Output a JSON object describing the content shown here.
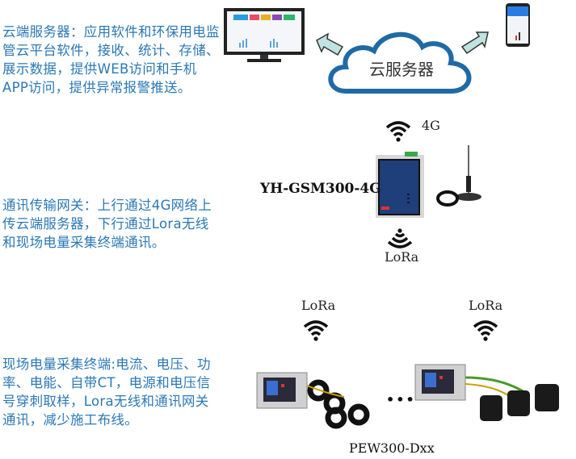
{
  "descriptions": {
    "cloud_server": "云端服务器：应用软件和环保用电监管云平台软件，接收、统计、存储、展示数据，提供WEB访问和手机APP访问，提供异常报警推送。",
    "gateway": "通讯传输网关：上行通过4G网络上传云端服务器，下行通过Lora无线和现场电量采集终端通讯。",
    "terminal": "现场电量采集终端:电流、电压、功率、电能、自带CT，电源和电压信号穿刺取样，Lora无线和通讯网关通讯，减少施工布线。"
  },
  "diagram": {
    "cloud_label": "云服务器",
    "uplink_label": "4G",
    "gateway_model": "YH-GSM300-4G",
    "downlink_label": "LoRa",
    "terminal_left_label": "LoRa",
    "terminal_right_label": "LoRa",
    "ellipsis": "•••",
    "terminal_model": "PEW300-Dxx"
  },
  "colors": {
    "text_blue": "#2b78b5",
    "cloud_border": "#1f6aa5",
    "arrow_fill": "#bfe3e0"
  }
}
